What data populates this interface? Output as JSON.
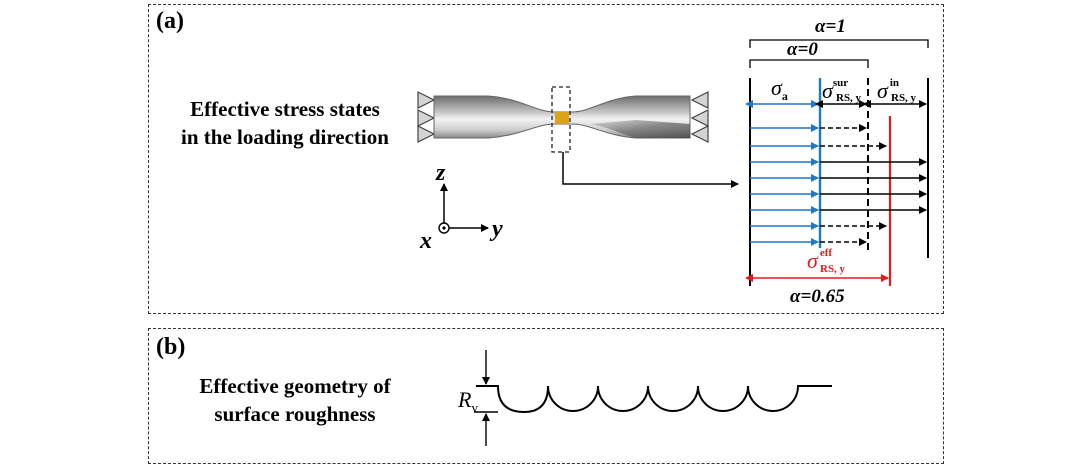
{
  "panel_a": {
    "label": "(a)",
    "caption_line1": "Effective stress states",
    "caption_line2": "in the loading direction",
    "axes": {
      "z": "z",
      "x": "x",
      "y": "y"
    },
    "alpha_1": "α=1",
    "alpha_0": "α=0",
    "alpha_065": "α=0.65",
    "sigma_a": {
      "sym": "σ",
      "sub": "a"
    },
    "sigma_rs_sur": {
      "sym": "σ",
      "sup": "sur",
      "sub": "RS, y"
    },
    "sigma_rs_in": {
      "sym": "σ",
      "sup": "in",
      "sub": "RS, y"
    },
    "sigma_rs_eff": {
      "sym": "σ",
      "sup": "eff",
      "sub": "RS, y"
    },
    "colors": {
      "applied": "#1f77c8",
      "effective": "#e21b1b",
      "gauge": "#d9a514",
      "line": "#000000"
    }
  },
  "panel_b": {
    "label": "(b)",
    "caption_line1": "Effective geometry of",
    "caption_line2": "surface roughness",
    "rv": {
      "sym": "R",
      "sub": "v"
    }
  }
}
